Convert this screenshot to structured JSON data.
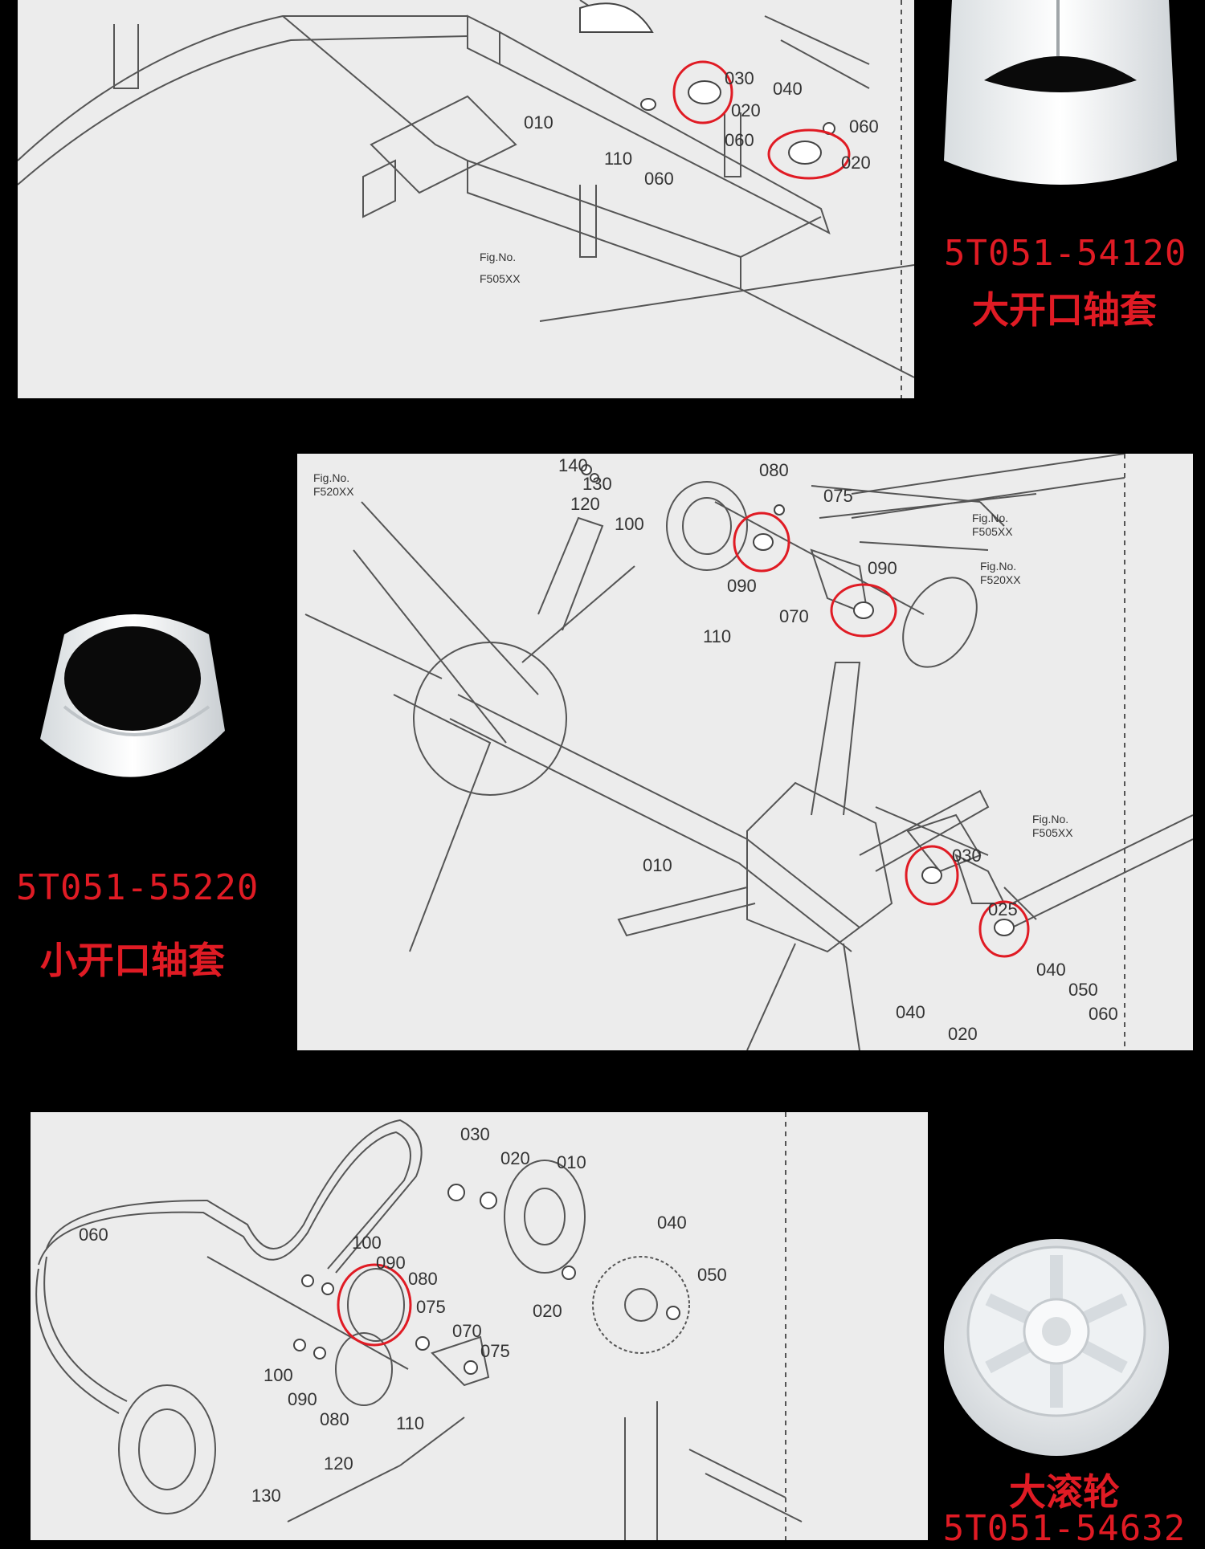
{
  "section1": {
    "part_code": "5T051-54120",
    "part_name": "大开口轴套",
    "callouts": [
      "030",
      "020",
      "040",
      "060",
      "020",
      "010",
      "110",
      "060",
      "060"
    ],
    "fig_label": "Fig.No.",
    "fig_code": "F505XX"
  },
  "section2": {
    "part_code": "5T051-55220",
    "part_name": "小开口轴套",
    "callouts": [
      "140",
      "130",
      "120",
      "100",
      "080",
      "075",
      "090",
      "070",
      "090",
      "110",
      "010",
      "030",
      "025",
      "040",
      "050",
      "060",
      "040",
      "020"
    ],
    "fig_labels": [
      {
        "label": "Fig.No.",
        "code": "F520XX"
      },
      {
        "label": "Fig.No.",
        "code": "F505XX"
      },
      {
        "label": "Fig.No.",
        "code": "F520XX"
      },
      {
        "label": "Fig.No.",
        "code": "F505XX"
      }
    ]
  },
  "section3": {
    "part_name": "大滚轮",
    "part_code": "5T051-54632",
    "callouts": [
      "030",
      "020",
      "010",
      "040",
      "050",
      "060",
      "100",
      "090",
      "080",
      "075",
      "070",
      "075",
      "020",
      "100",
      "090",
      "080",
      "110",
      "120",
      "130"
    ]
  },
  "colors": {
    "background": "#000000",
    "caption": "#e01b24",
    "highlight_circle": "#e01b24",
    "paper": "#ececec"
  }
}
